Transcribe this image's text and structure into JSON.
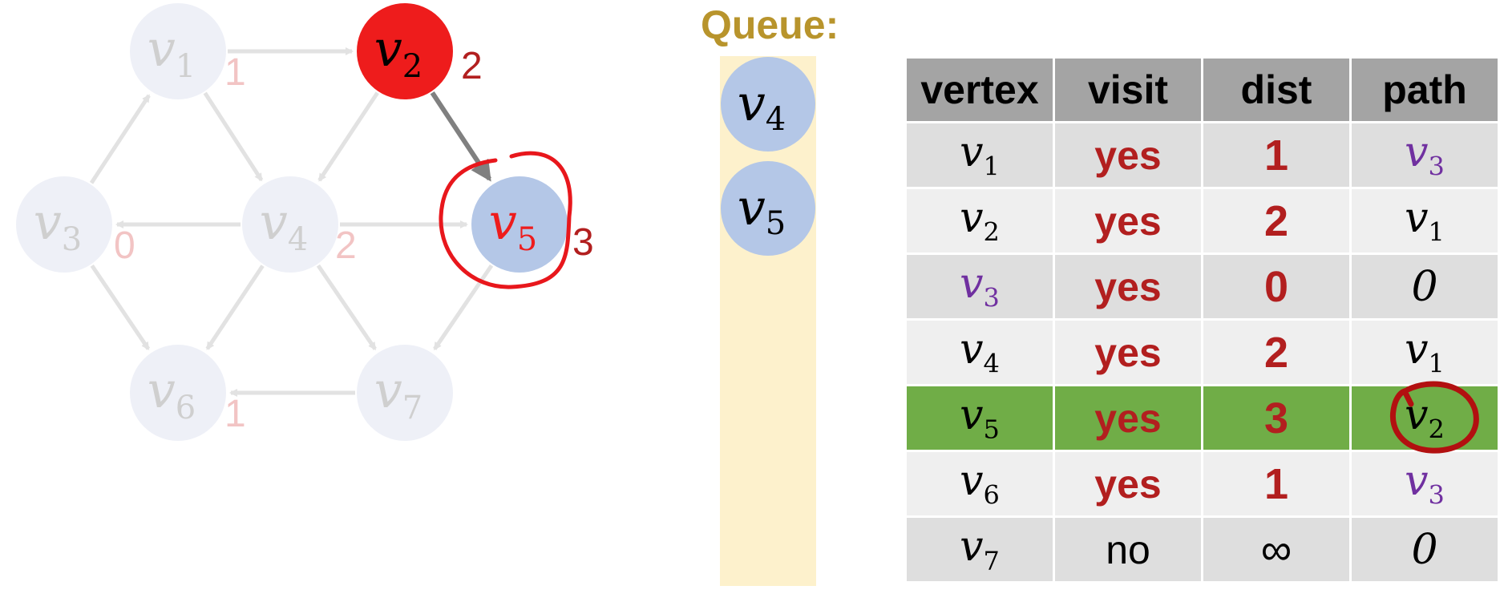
{
  "graph": {
    "nodes": [
      {
        "id": "v1",
        "label": "v",
        "sub": "1",
        "dist": "1",
        "state": "faded"
      },
      {
        "id": "v2",
        "label": "v",
        "sub": "2",
        "dist": "2",
        "state": "active"
      },
      {
        "id": "v3",
        "label": "v",
        "sub": "3",
        "dist": "0",
        "state": "faded"
      },
      {
        "id": "v4",
        "label": "v",
        "sub": "4",
        "dist": "2",
        "state": "faded"
      },
      {
        "id": "v5",
        "label": "v",
        "sub": "5",
        "dist": "3",
        "state": "current"
      },
      {
        "id": "v6",
        "label": "v",
        "sub": "6",
        "dist": "1",
        "state": "faded"
      },
      {
        "id": "v7",
        "label": "v",
        "sub": "7",
        "dist": "",
        "state": "faded"
      }
    ],
    "edges": [
      {
        "from": "v1",
        "to": "v2",
        "active": false
      },
      {
        "from": "v1",
        "to": "v4",
        "active": false
      },
      {
        "from": "v3",
        "to": "v1",
        "active": false
      },
      {
        "from": "v3",
        "to": "v6",
        "active": false
      },
      {
        "from": "v2",
        "to": "v4",
        "active": false
      },
      {
        "from": "v2",
        "to": "v5",
        "active": true
      },
      {
        "from": "v4",
        "to": "v3",
        "active": false
      },
      {
        "from": "v4",
        "to": "v5",
        "active": false
      },
      {
        "from": "v4",
        "to": "v6",
        "active": false
      },
      {
        "from": "v4",
        "to": "v7",
        "active": false
      },
      {
        "from": "v5",
        "to": "v7",
        "active": false
      },
      {
        "from": "v7",
        "to": "v6",
        "active": false
      }
    ],
    "colors": {
      "faded_node": "#eef0f7",
      "faded_text": "#cfcfcf",
      "faded_dist": "#f2c4c4",
      "active_node": "#ee1c1c",
      "queue_node": "#b4c7e7",
      "dist_red": "#b21f1f",
      "edge_faded": "#e2e2e2",
      "edge_active": "#808080",
      "highlight_circle": "#e8171c"
    }
  },
  "queue": {
    "title": "Queue:",
    "items": [
      {
        "label": "v",
        "sub": "4"
      },
      {
        "label": "v",
        "sub": "5"
      }
    ]
  },
  "table": {
    "headers": [
      "vertex",
      "visit",
      "dist",
      "path"
    ],
    "rows": [
      {
        "vertex": "v",
        "vsub": "1",
        "visit": "yes",
        "dist": "1",
        "path": "v",
        "psub": "3",
        "vertex_purple": false,
        "path_purple": true,
        "current": false
      },
      {
        "vertex": "v",
        "vsub": "2",
        "visit": "yes",
        "dist": "2",
        "path": "v",
        "psub": "1",
        "vertex_purple": false,
        "path_purple": false,
        "current": false
      },
      {
        "vertex": "v",
        "vsub": "3",
        "visit": "yes",
        "dist": "0",
        "path": "0",
        "psub": "",
        "vertex_purple": true,
        "path_purple": false,
        "current": false
      },
      {
        "vertex": "v",
        "vsub": "4",
        "visit": "yes",
        "dist": "2",
        "path": "v",
        "psub": "1",
        "vertex_purple": false,
        "path_purple": false,
        "current": false
      },
      {
        "vertex": "v",
        "vsub": "5",
        "visit": "yes",
        "dist": "3",
        "path": "v",
        "psub": "2",
        "vertex_purple": false,
        "path_purple": false,
        "current": true
      },
      {
        "vertex": "v",
        "vsub": "6",
        "visit": "yes",
        "dist": "1",
        "path": "v",
        "psub": "3",
        "vertex_purple": false,
        "path_purple": true,
        "current": false
      },
      {
        "vertex": "v",
        "vsub": "7",
        "visit": "no",
        "dist": "∞",
        "path": "0",
        "psub": "",
        "vertex_purple": false,
        "path_purple": false,
        "current": false
      }
    ]
  }
}
